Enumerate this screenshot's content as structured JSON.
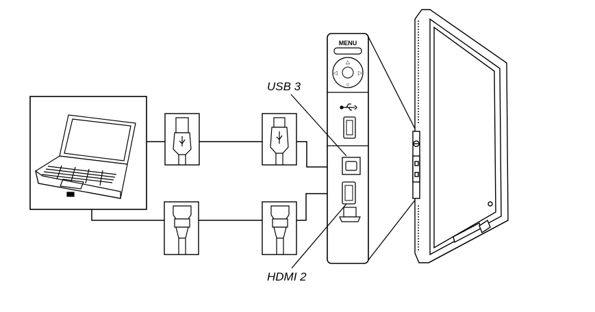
{
  "diagram": {
    "labels": {
      "usb": "USB 3",
      "hdmi": "HDMI 2",
      "menu": "MENU"
    },
    "icons": {
      "usb_symbol": "usb-icon",
      "laptop_symbol": "laptop-icon",
      "arrow_up": "△",
      "arrow_left": "◁",
      "arrow_right": "▷",
      "arrow_down": "○"
    },
    "colors": {
      "line": "#000000",
      "background": "#ffffff",
      "panel_fill": "#ffffff"
    }
  }
}
